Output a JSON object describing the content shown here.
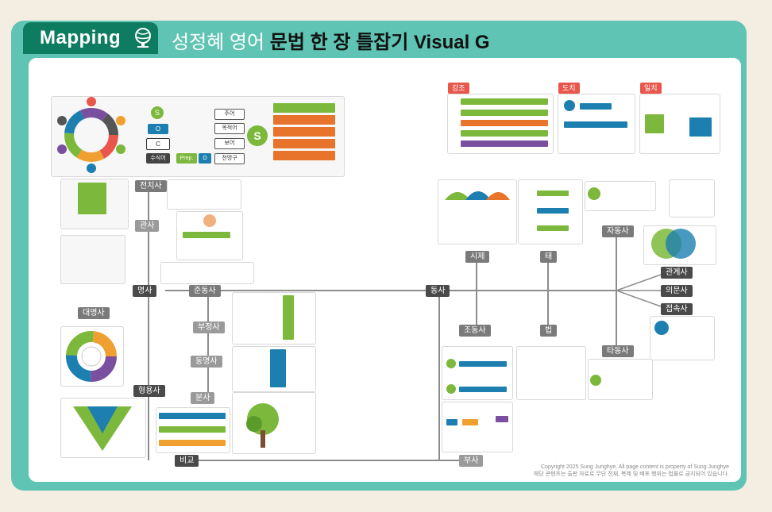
{
  "header": {
    "brand": "Mapping",
    "title_thin": "성정혜 영어 ",
    "title_bold": "문법 한 장 틀잡기 Visual G"
  },
  "labels": {
    "jeonchisa": "전치사",
    "gwansa": "관사",
    "myeongsa": "명사",
    "daemyeongsa": "대명사",
    "hyeongyongsa": "형용사",
    "bigyo": "비교",
    "jundongsa": "준동사",
    "bujeongsa": "부정사",
    "dongmyeongsa": "동명사",
    "bunsa": "분사",
    "dongsa": "동사",
    "sije": "시제",
    "tae": "태",
    "jodongsa": "조동사",
    "beop": "법",
    "busa": "부사",
    "jadongsa": "자동사",
    "tadongsa": "타동사",
    "gwangyesa": "관계사",
    "uimunsa": "의문사",
    "jeopsoksa": "접속사",
    "gangjo": "강조",
    "dochi": "도치",
    "ilchi": "일치"
  },
  "sentence_parts": {
    "s": "S",
    "o": "O",
    "c": "C",
    "modifier": "수식어",
    "prep": "Prep.",
    "subject": "주어",
    "object": "목적어",
    "complement": "보어",
    "prep_phrase": "전명구"
  },
  "copyright": {
    "line1": "Copyright 2025 Sung Junghye. All page content is property of Sung Junghye",
    "line2": "해당 콘텐츠는 출판 자료로 무단 전재, 복제 및 배포 행위는 법률로 금지되어 있습니다."
  },
  "colors": {
    "teal": "#5fc4b3",
    "dark_green": "#0e7c60",
    "green": "#7cb83b",
    "blue": "#1c7fb0",
    "orange": "#e8742c",
    "red": "#e8564c",
    "purple": "#7a4fa0"
  }
}
